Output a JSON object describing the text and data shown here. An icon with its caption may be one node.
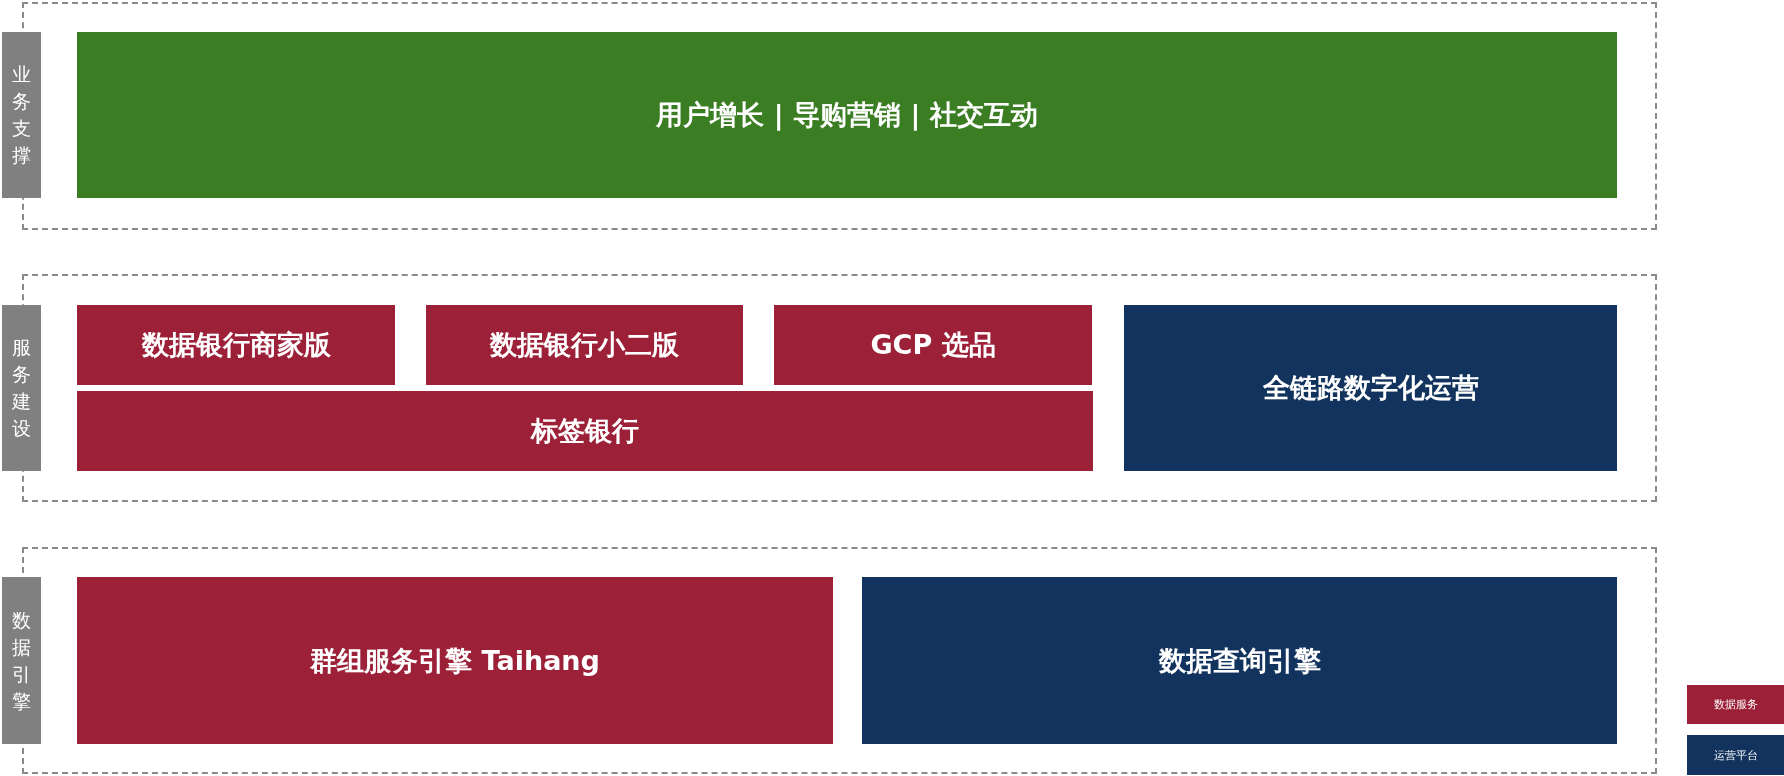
{
  "diagram": {
    "nodes": [
      {
        "text": [],
        "shape": "box"
      },
      {
        "text": [
          "业务支撑"
        ]
      },
      {
        "text": [
          "用户增长 | 导购营销 | 社交互动"
        ],
        "in": 0
      },
      {
        "text": [],
        "shape": "box"
      },
      {
        "text": [
          "服务建设"
        ]
      },
      {
        "text": [
          "数据银行商家版"
        ],
        "in": 3
      },
      {
        "text": [
          "数据银行小二版"
        ],
        "in": 3
      },
      {
        "text": [
          "GCP 选品"
        ],
        "in": 3
      },
      {
        "text": [
          "标签银行"
        ],
        "in": 3
      },
      {
        "text": [
          "全链路数字化运营"
        ],
        "in": 3
      },
      {
        "text": [],
        "shape": "box"
      },
      {
        "text": [
          "数据引擎"
        ]
      },
      {
        "text": [
          "群组服务引擎 Taihang"
        ],
        "in": 10
      },
      {
        "text": [
          "数据查询引擎"
        ],
        "in": 10
      }
    ],
    "legend": [
      {
        "text": "数据服务",
        "color": "#9b2038"
      },
      {
        "text": "运营平台",
        "color": "#12335e"
      }
    ]
  }
}
